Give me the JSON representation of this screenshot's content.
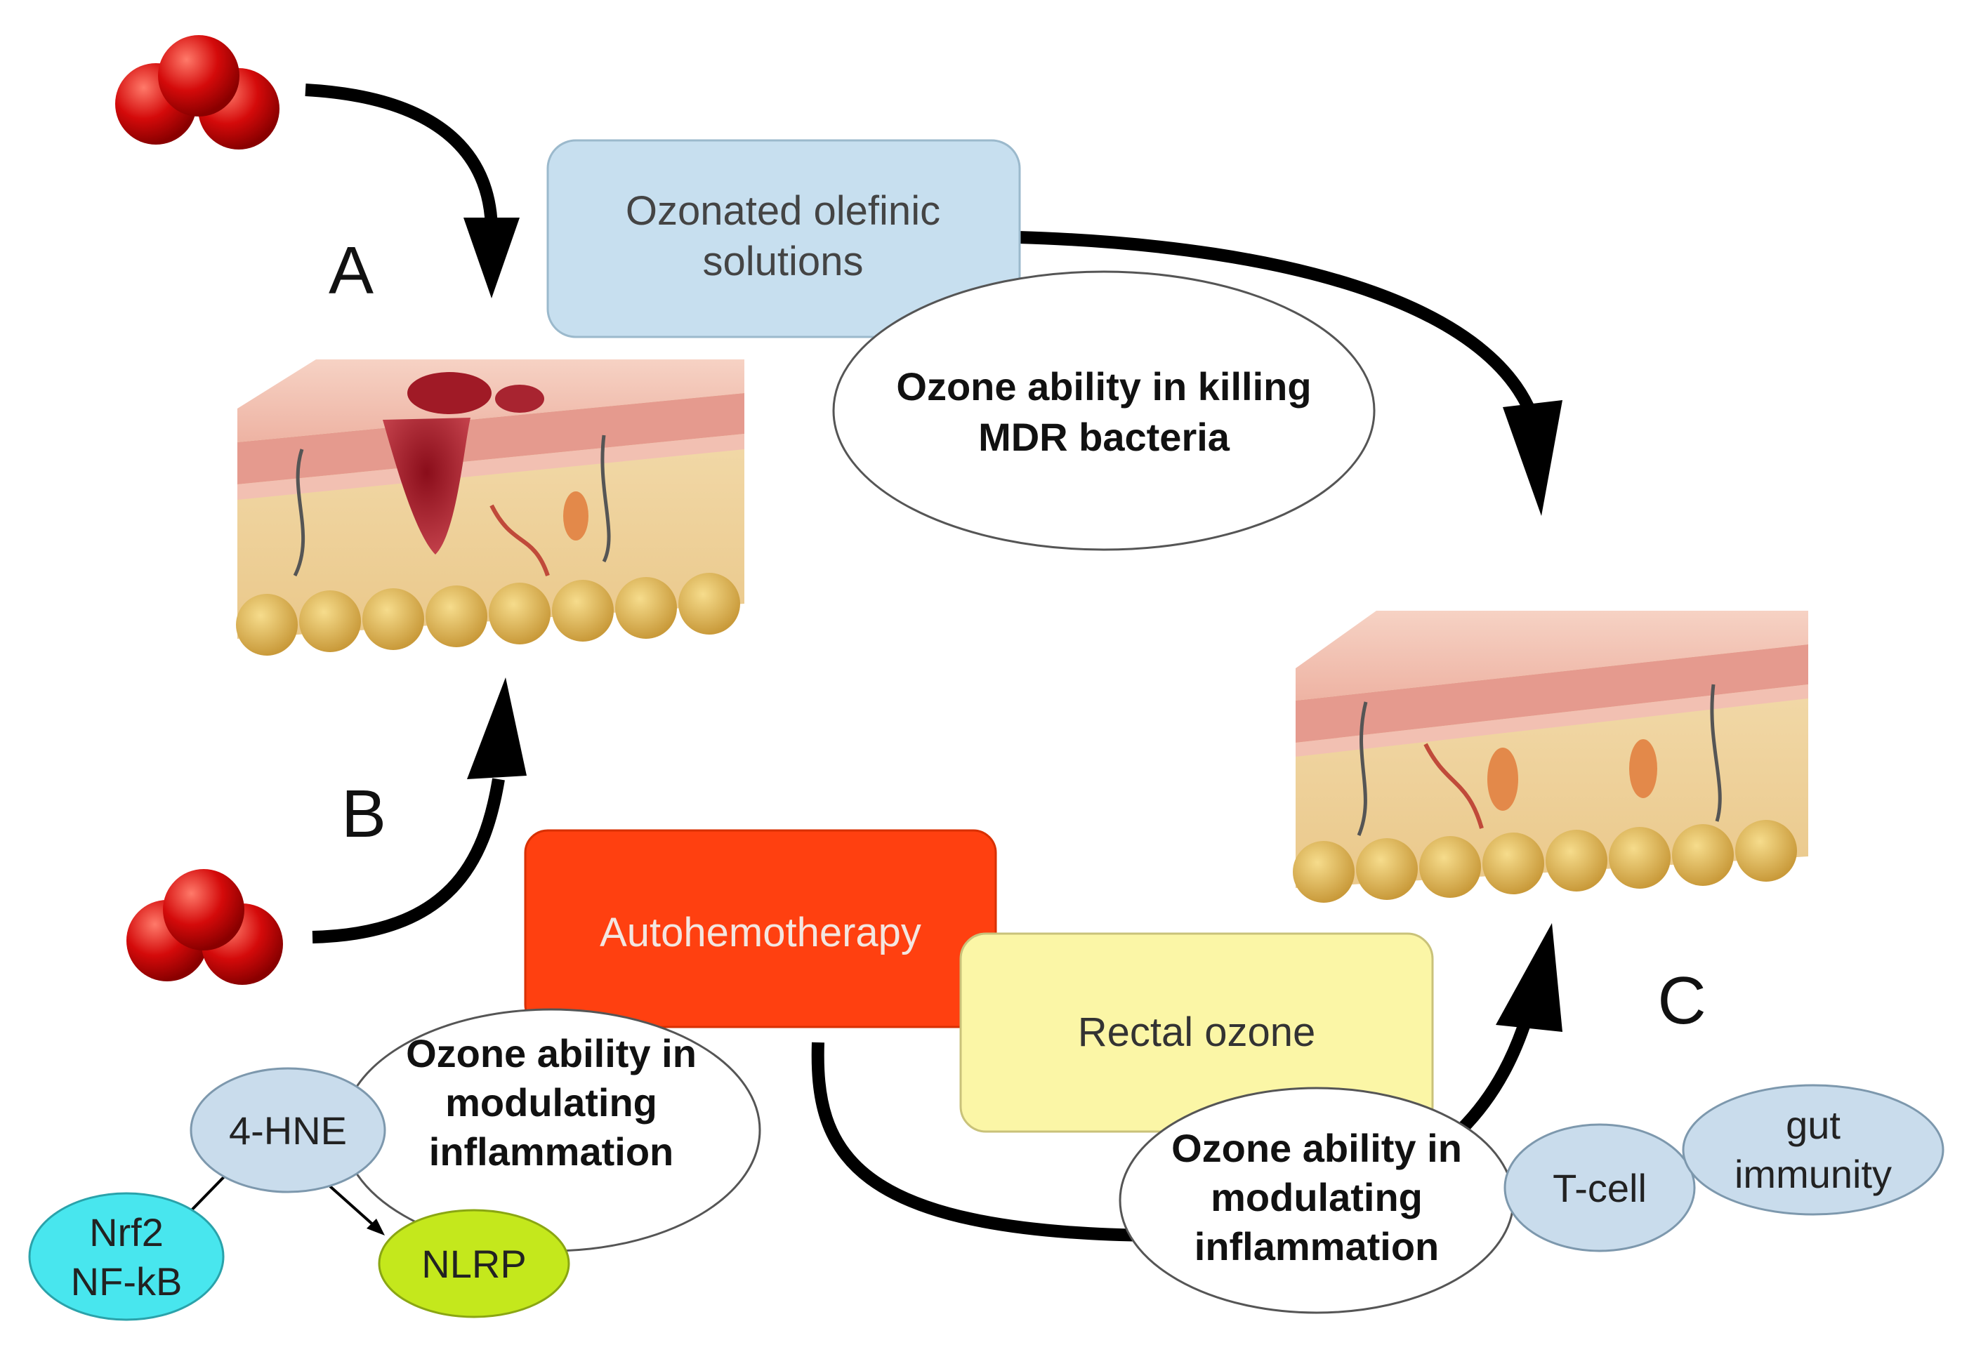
{
  "panels": {
    "a_label": "A",
    "b_label": "B",
    "c_label": "C"
  },
  "boxes": {
    "ozonated_line1": "Ozonated olefinic",
    "ozonated_line2": "solutions",
    "autohemotherapy": "Autohemotherapy",
    "rectal_ozone": "Rectal ozone"
  },
  "ellipses": {
    "mdr_line1": "Ozone ability in killing",
    "mdr_line2": "MDR bacteria",
    "inflam_left_line1": "Ozone ability in",
    "inflam_left_line2": "modulating",
    "inflam_left_line3": "inflammation",
    "inflam_right_line1": "Ozone ability in",
    "inflam_right_line2": "modulating",
    "inflam_right_line3": "inflammation"
  },
  "nodes": {
    "hne": "4-HNE",
    "nrf2_line1": "Nrf2",
    "nrf2_line2": "NF-kB",
    "nlrp": "NLRP",
    "tcell": "T-cell",
    "gut_line1": "gut",
    "gut_line2": "immunity"
  },
  "icons": {
    "ozone_molecule_top": "ozone-molecule-icon",
    "ozone_molecule_bottom": "ozone-molecule-icon",
    "wounded_skin": "wounded-skin-illustration",
    "healed_skin": "healed-skin-illustration"
  },
  "colors": {
    "ozone_red": "#d40a0a",
    "ozonated_box": "#c7dfef",
    "autohemo_box": "#ff4010",
    "rectal_box": "#fbf6a6",
    "node_blue": "#c9dcec",
    "nrf2_cyan": "#48e6ee",
    "nlrp_green": "#c4e81c"
  }
}
